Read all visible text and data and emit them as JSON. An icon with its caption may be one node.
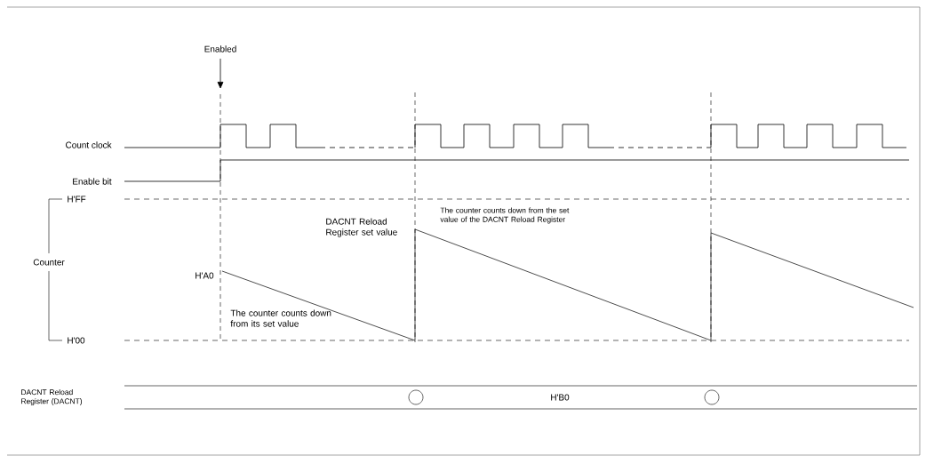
{
  "diagram": {
    "nodes": [
      {
        "text": [],
        "shape": "circle"
      },
      {
        "text": [],
        "shape": "circle"
      }
    ],
    "labels": [
      "Enabled",
      "Count clock",
      "Enable bit",
      "H'FF",
      "Counter",
      "DACNT Reload Register set value",
      "The counter counts down from the set value of the DACNT Reload Register",
      "H'A0",
      "The counter counts down from its set value",
      "H'00",
      "DACNT Reload Register (DACNT)",
      "H'B0"
    ]
  }
}
